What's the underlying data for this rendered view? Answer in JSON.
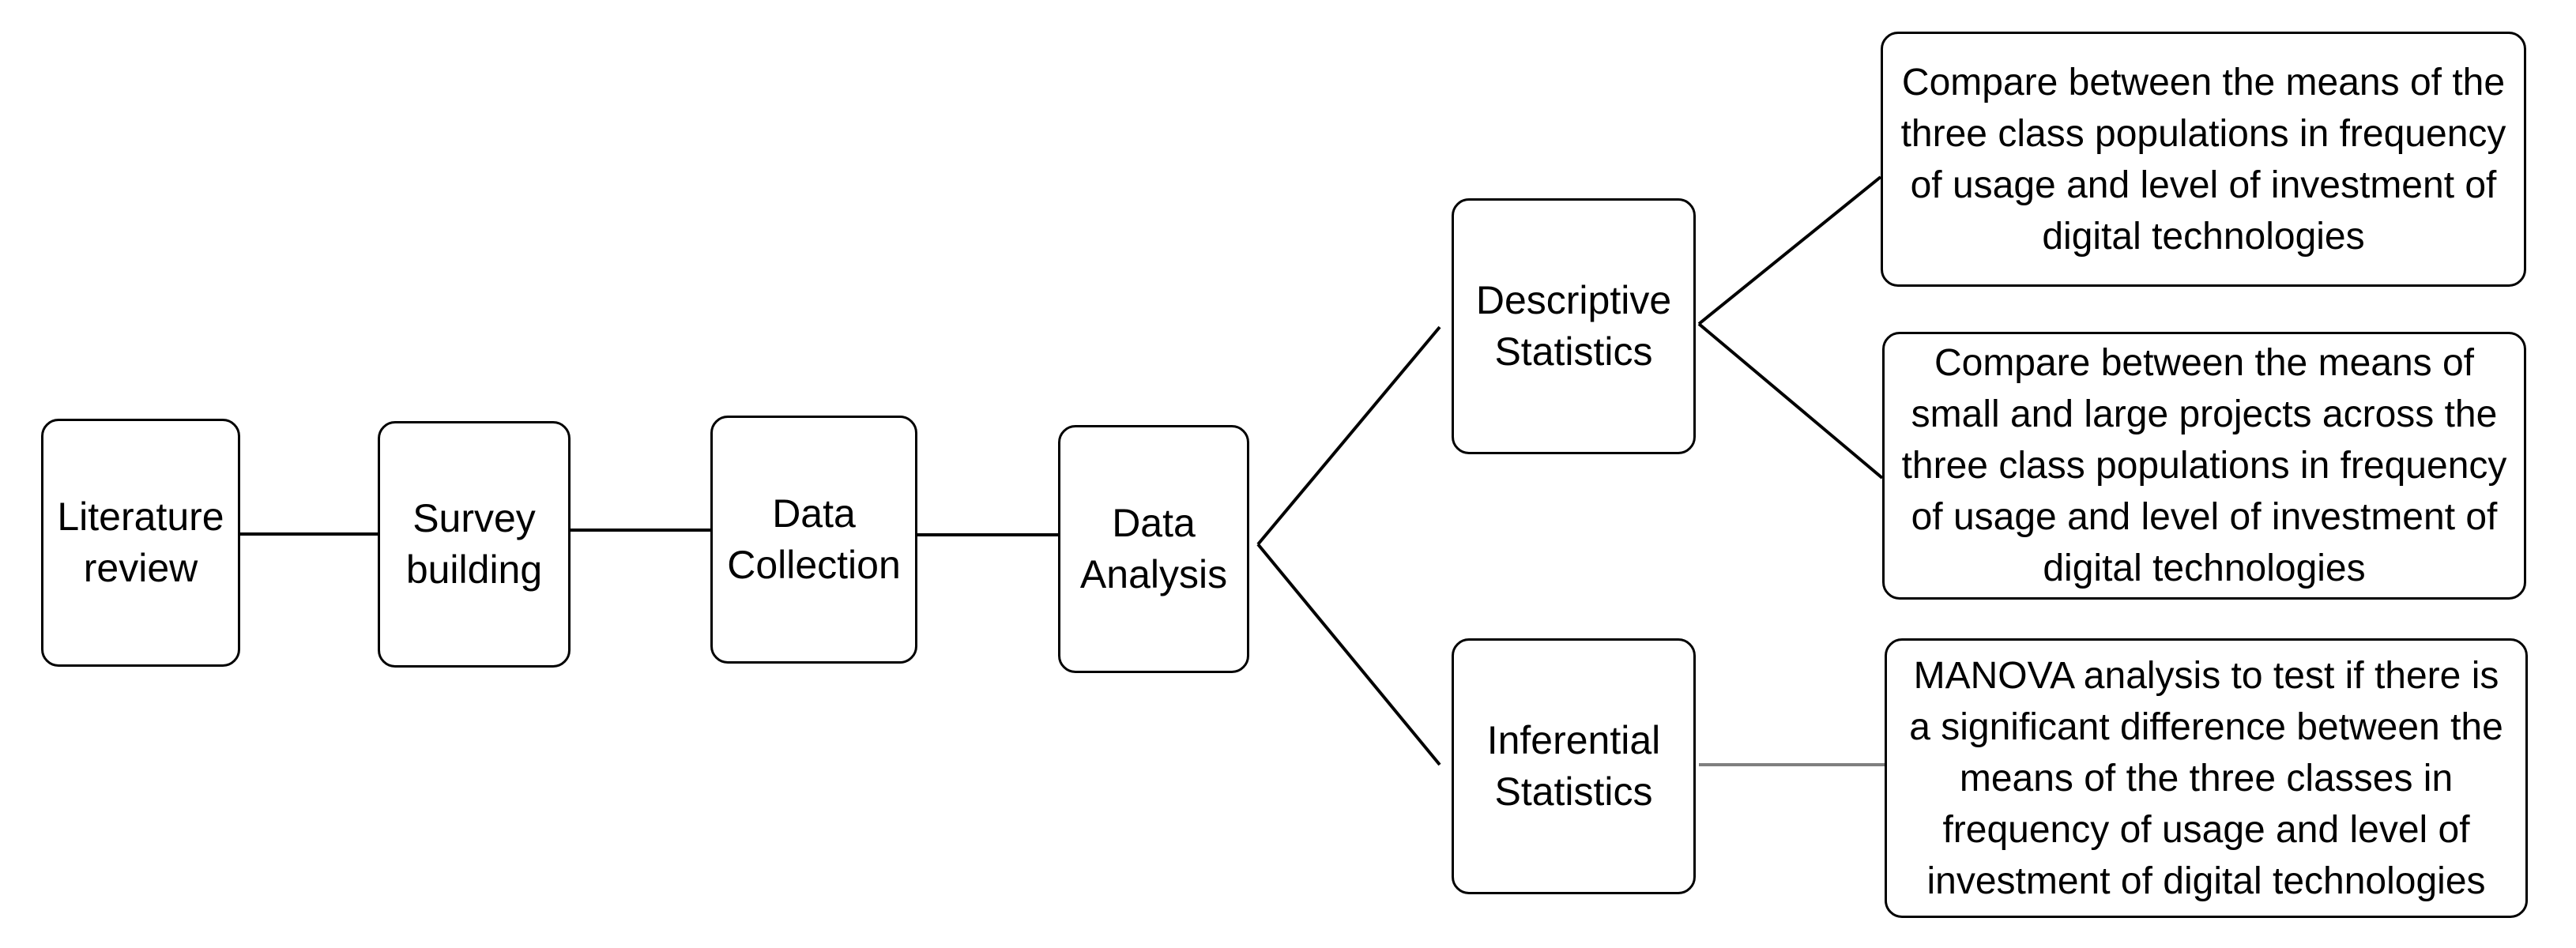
{
  "diagram": {
    "nodes": {
      "literature_review": {
        "lines": [
          "Literature",
          "review"
        ]
      },
      "survey_building": {
        "lines": [
          "Survey",
          "building"
        ]
      },
      "data_collection": {
        "lines": [
          "Data",
          "Collection"
        ]
      },
      "data_analysis": {
        "lines": [
          "Data",
          "Analysis"
        ]
      },
      "descriptive_statistics": {
        "lines": [
          "Descriptive",
          "Statistics"
        ]
      },
      "inferential_statistics": {
        "lines": [
          "Inferential",
          "Statistics"
        ]
      },
      "compare_class_means": {
        "lines": [
          "Compare between the means of the",
          "three class populations in frequency",
          "of usage and level of investment of",
          "digital technologies"
        ]
      },
      "compare_project_size_means": {
        "lines": [
          "Compare between the means of",
          "small and large projects across the",
          "three class populations in frequency",
          "of usage and level of investment of",
          "digital technologies"
        ]
      },
      "manova_analysis": {
        "lines": [
          "MANOVA analysis to test if there is",
          "a significant difference between the",
          "means of the three classes in",
          "frequency of usage and level of",
          "investment of digital technologies"
        ]
      }
    },
    "edges": [
      {
        "from": "Literature review",
        "to": "Survey building"
      },
      {
        "from": "Survey building",
        "to": "Data Collection"
      },
      {
        "from": "Data Collection",
        "to": "Data Analysis"
      },
      {
        "from": "Data Analysis",
        "to": "Descriptive Statistics"
      },
      {
        "from": "Data Analysis",
        "to": "Inferential Statistics"
      },
      {
        "from": "Descriptive Statistics",
        "to": "Compare between the means of the three class populations"
      },
      {
        "from": "Descriptive Statistics",
        "to": "Compare between the means of small and large projects"
      },
      {
        "from": "Inferential Statistics",
        "to": "MANOVA analysis"
      }
    ],
    "colors": {
      "box_border": "#000000",
      "connector": "#000000",
      "connector_inferential_to_manova": "#7f7f7f",
      "background": "#ffffff",
      "text": "#000000"
    }
  }
}
